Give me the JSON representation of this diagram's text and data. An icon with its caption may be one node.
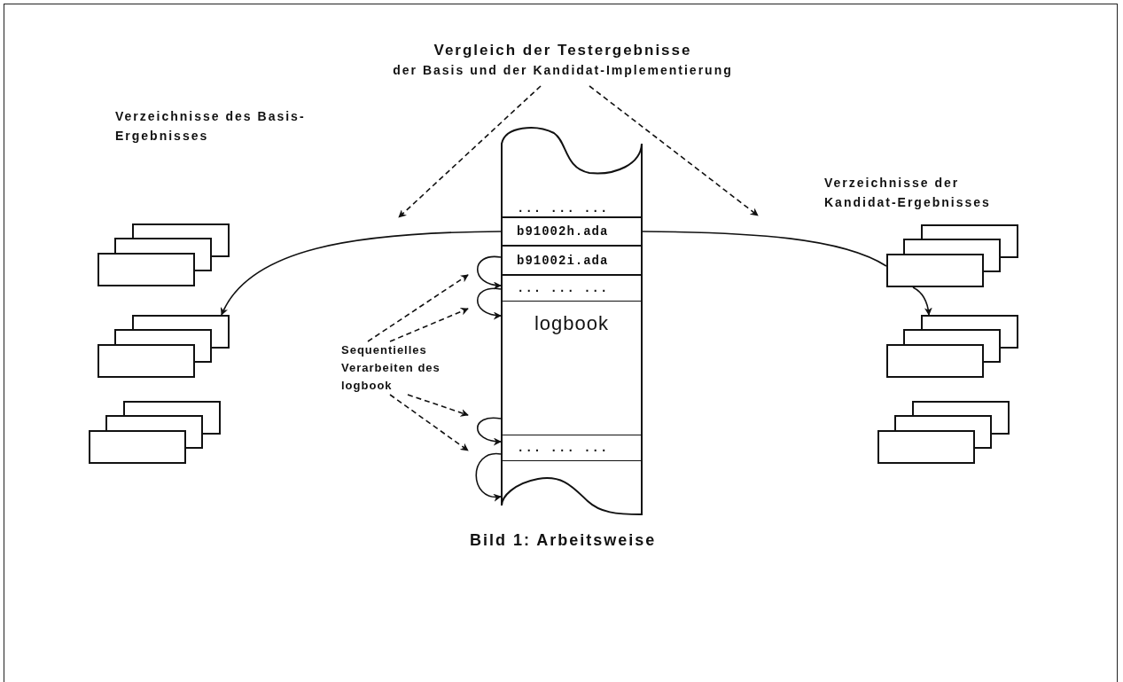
{
  "diagram": {
    "caption": "Bild 1: Arbeitsweise",
    "nodes": [
      {
        "text": [
          "Vergleich der Testergebnisse",
          "der Basis und der Kandidat-Implementierung"
        ]
      },
      {
        "text": [],
        "shape": "box"
      },
      {
        "text": [],
        "shape": "box"
      },
      {
        "text": [],
        "shape": "box"
      },
      {
        "text": [
          "Sequentielles Verarbeiten des logbook"
        ]
      },
      {
        "text": [
          "logbook"
        ]
      },
      {
        "text": [
          "... ... ..."
        ],
        "in": 5
      },
      {
        "text": [
          "b91002h.ada"
        ],
        "in": 5
      },
      {
        "text": [
          "b91002i.ada"
        ],
        "in": 5
      },
      {
        "text": [
          "... ... ..."
        ],
        "in": 5
      },
      {
        "text": [
          "... ... ..."
        ],
        "in": 5
      },
      {
        "text": [],
        "shape": "box"
      },
      {
        "text": [],
        "shape": "box"
      },
      {
        "text": [],
        "shape": "box"
      }
    ],
    "edges": [
      {
        "from": 0,
        "to": null,
        "arrow": "to",
        "style": "dashed"
      },
      {
        "from": 0,
        "to": null,
        "arrow": "to",
        "style": "dashed"
      },
      {
        "from": 7,
        "to": 2,
        "arrow": "to"
      },
      {
        "from": 7,
        "to": 11,
        "arrow": "none"
      },
      {
        "from": 11,
        "to": 12,
        "arrow": "to"
      },
      {
        "from": 8,
        "to": 9,
        "arrow": "to"
      },
      {
        "from": 9,
        "to": 5,
        "arrow": "to"
      },
      {
        "from": 5,
        "to": 10,
        "arrow": "to"
      },
      {
        "from": 10,
        "to": 5,
        "arrow": "to"
      },
      {
        "from": 4,
        "to": null,
        "arrow": "to",
        "style": "dashed"
      },
      {
        "from": 4,
        "to": null,
        "arrow": "to",
        "style": "dashed"
      },
      {
        "from": 4,
        "to": null,
        "arrow": "to",
        "style": "dashed"
      },
      {
        "from": 4,
        "to": null,
        "arrow": "to",
        "style": "dashed"
      }
    ],
    "labels": [
      "Verzeichnisse des Basis-Ergebnisses",
      "Verzeichnisse der Kandidat-Ergebnisses"
    ]
  }
}
